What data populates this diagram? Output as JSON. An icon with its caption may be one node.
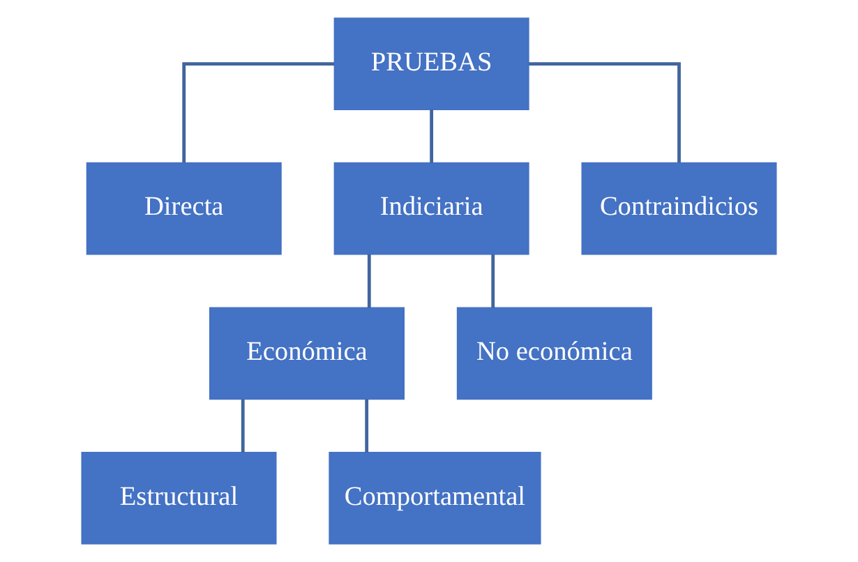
{
  "diagram": {
    "nodes": [
      {
        "text": [
          "PRUEBAS"
        ]
      },
      {
        "text": [
          "Directa"
        ]
      },
      {
        "text": [
          "Indiciaria"
        ]
      },
      {
        "text": [
          "Contraindicios"
        ]
      },
      {
        "text": [
          "Económica"
        ]
      },
      {
        "text": [
          "No económica"
        ]
      },
      {
        "text": [
          "Estructural"
        ]
      },
      {
        "text": [
          "Comportamental"
        ]
      }
    ],
    "edges": [
      {
        "from": 0,
        "to": 1,
        "arrow": "none"
      },
      {
        "from": 0,
        "to": 2,
        "arrow": "none"
      },
      {
        "from": 0,
        "to": 3,
        "arrow": "none"
      },
      {
        "from": 2,
        "to": 4,
        "arrow": "none"
      },
      {
        "from": 2,
        "to": 5,
        "arrow": "none"
      },
      {
        "from": 4,
        "to": 6,
        "arrow": "none"
      },
      {
        "from": 4,
        "to": 7,
        "arrow": "none"
      }
    ]
  }
}
